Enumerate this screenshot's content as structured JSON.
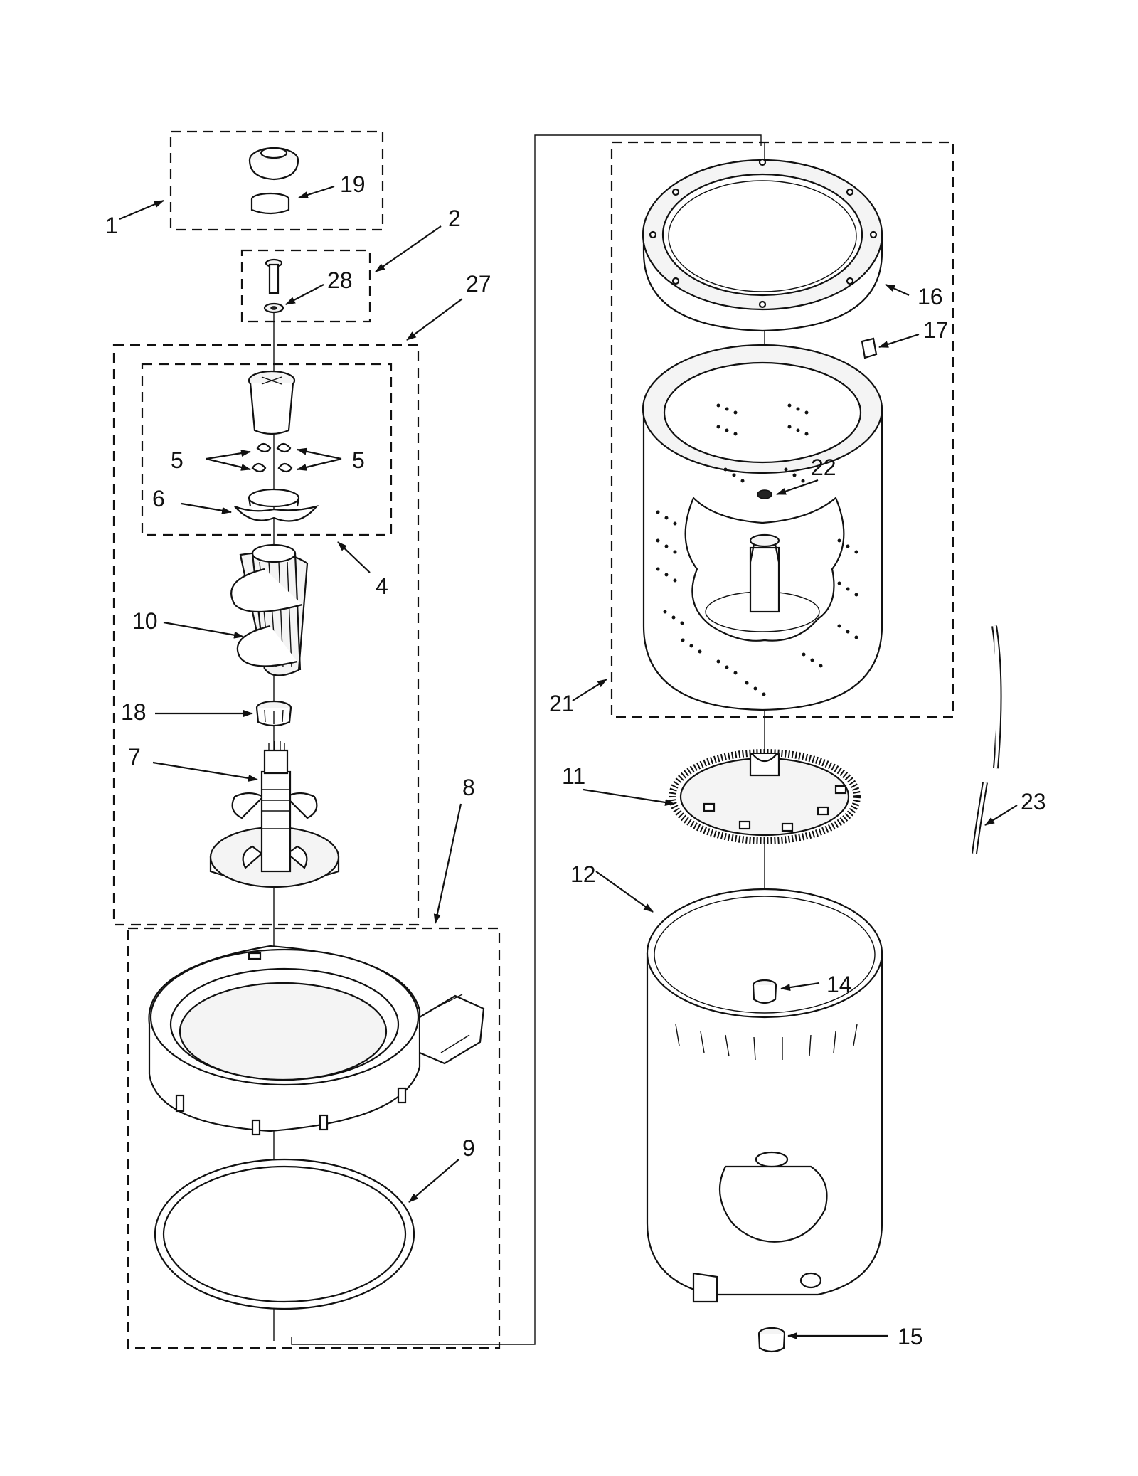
{
  "labels": {
    "p1": "1",
    "p2": "2",
    "p4": "4",
    "p5a": "5",
    "p5b": "5",
    "p6": "6",
    "p7": "7",
    "p8": "8",
    "p9": "9",
    "p10": "10",
    "p11": "11",
    "p12": "12",
    "p14": "14",
    "p15": "15",
    "p16": "16",
    "p17": "17",
    "p18": "18",
    "p19": "19",
    "p21": "21",
    "p22": "22",
    "p23": "23",
    "p27": "27",
    "p28": "28"
  }
}
